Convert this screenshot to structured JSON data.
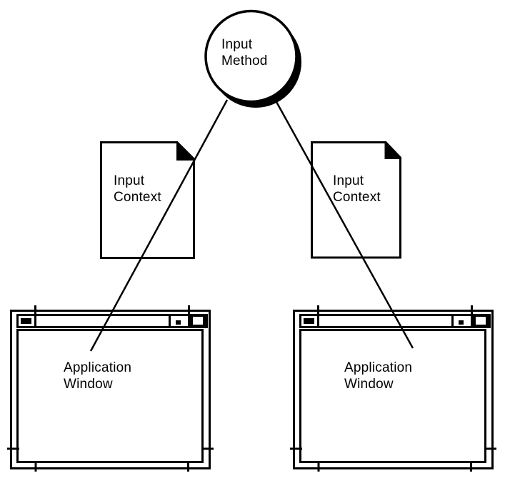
{
  "canvas": {
    "background_color": "#ffffff",
    "line_color": "#000000"
  },
  "nodes": {
    "input_method": {
      "label": "Input Method",
      "line1": "Input",
      "line2": "Method",
      "shape": "circle-with-drop-shadow"
    },
    "input_context_left": {
      "label": "Input Context",
      "line1": "Input",
      "line2": "Context",
      "shape": "document-folded-corner"
    },
    "input_context_right": {
      "label": "Input Context",
      "line1": "Input",
      "line2": "Context",
      "shape": "document-folded-corner"
    },
    "application_window_left": {
      "label": "Application Window",
      "line1": "Application",
      "line2": "Window",
      "shape": "motif-window-frame"
    },
    "application_window_right": {
      "label": "Application Window",
      "line1": "Application",
      "line2": "Window",
      "shape": "motif-window-frame"
    }
  },
  "connectors": [
    {
      "from": "input_method",
      "to": "application_window_left",
      "style": "straight-line"
    },
    {
      "from": "input_method",
      "to": "application_window_right",
      "style": "straight-line"
    }
  ]
}
